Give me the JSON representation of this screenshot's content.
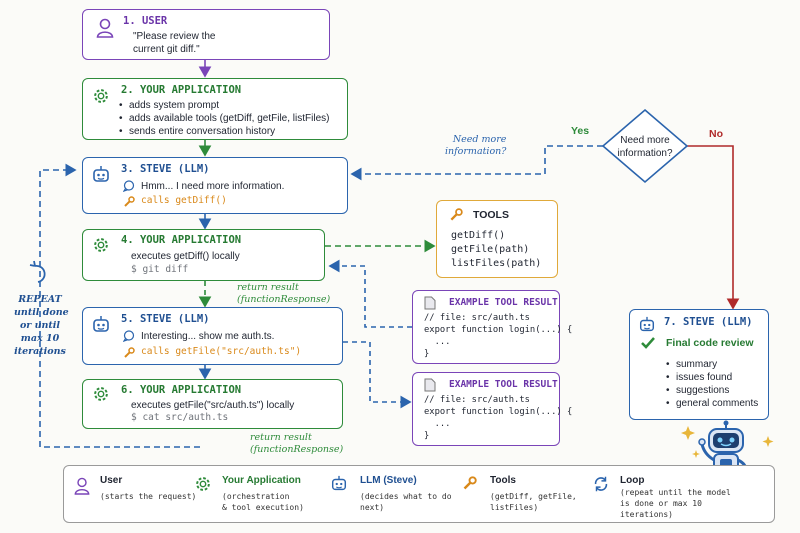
{
  "user": {
    "title": "1. USER",
    "message": "\"Please review the\ncurrent git diff.\""
  },
  "app1": {
    "title": "2. YOUR APPLICATION",
    "items": [
      "adds system prompt",
      "adds available tools (getDiff, getFile, listFiles)",
      "sends entire conversation history"
    ]
  },
  "steve1": {
    "title": "3. STEVE (LLM)",
    "thought": "Hmm... I need more information.",
    "call": "calls getDiff()"
  },
  "app2": {
    "title": "4. YOUR APPLICATION",
    "action": "executes getDiff() locally",
    "command": "$ git diff"
  },
  "steve2": {
    "title": "5. STEVE (LLM)",
    "thought": "Interesting... show me auth.ts.",
    "call": "calls getFile(\"src/auth.ts\")"
  },
  "app3": {
    "title": "6. YOUR APPLICATION",
    "action": "executes getFile(\"src/auth.ts\") locally",
    "command": "$ cat src/auth.ts"
  },
  "tools": {
    "title": "TOOLS",
    "items": [
      "getDiff()",
      "getFile(path)",
      "listFiles(path)"
    ]
  },
  "result1": {
    "title": "EXAMPLE TOOL RESULT",
    "code": "// file: src/auth.ts\nexport function login(...) {\n  ...\n}"
  },
  "result2": {
    "title": "EXAMPLE TOOL RESULT",
    "code": "// file: src/auth.ts\nexport function login(...) {\n  ...\n}"
  },
  "decision": {
    "question": "Need more\ninformation?",
    "yes": "Yes",
    "no": "No",
    "yes_note": "Need more\ninformation?"
  },
  "final": {
    "title": "7. STEVE (LLM)",
    "heading": "Final code review",
    "items": [
      "summary",
      "issues found",
      "suggestions",
      "general comments"
    ]
  },
  "notes": {
    "return1": "return result\n(functionResponse)",
    "return2": "return result\n(functionResponse)",
    "repeat": "REPEAT\nuntil done\nor until\nmax 10\niterations"
  },
  "legend": [
    {
      "title": "User",
      "sub": "(starts the request)"
    },
    {
      "title": "Your Application",
      "sub": "(orchestration\n& tool execution)"
    },
    {
      "title": "LLM (Steve)",
      "sub": "(decides what to do\nnext)"
    },
    {
      "title": "Tools",
      "sub": "(getDiff, getFile,\nlistFiles)"
    },
    {
      "title": "Loop",
      "sub": "(repeat until the model\nis done or max 10\niterations)"
    }
  ],
  "colors": {
    "user": "#7a45b8",
    "app": "#2e8b3a",
    "llm": "#2b64ad",
    "tools": "#e0a93a",
    "no": "#b02a2a",
    "code": "#d9891a"
  }
}
